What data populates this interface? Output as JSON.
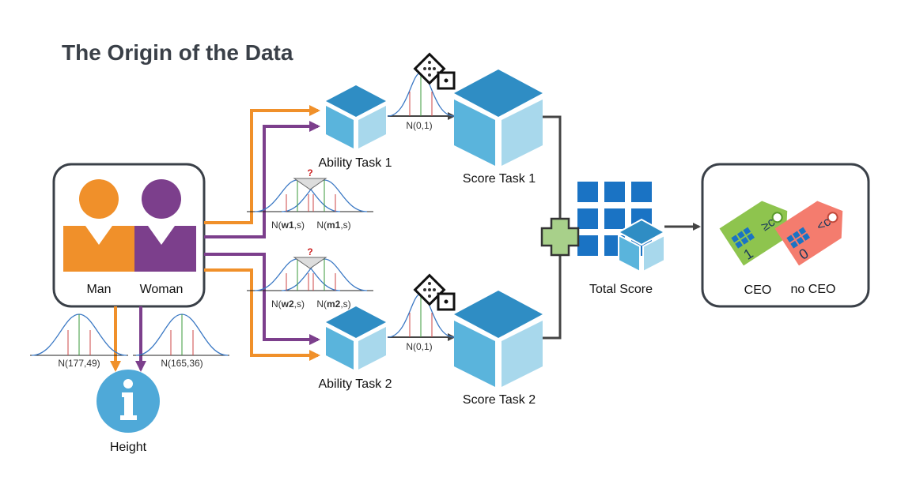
{
  "title": "The Origin of the Data",
  "groups": {
    "man": "Man",
    "woman": "Woman"
  },
  "ability_task_1": "Ability Task 1",
  "ability_task_2": "Ability Task 2",
  "score_task_1": "Score Task 1",
  "score_task_2": "Score Task 2",
  "total_score": "Total Score",
  "height": "Height",
  "outcomes": {
    "ceo": "CEO",
    "no_ceo": "no CEO",
    "tag_ceo_value": "1",
    "tag_no_ceo_value": "0",
    "tag_ceo_symbol": "≥c",
    "tag_no_ceo_symbol": "<c"
  },
  "distributions": {
    "noise_1": "N(0,1)",
    "noise_2": "N(0,1)",
    "height_man": "N(177,49)",
    "height_woman": "N(165,36)",
    "task1_woman": {
      "prefix": "N(",
      "bold": "w1",
      "suffix": ",s)"
    },
    "task1_man": {
      "prefix": "N(",
      "bold": "m1",
      "suffix": ",s)"
    },
    "task2_woman": {
      "prefix": "N(",
      "bold": "w2",
      "suffix": ",s)"
    },
    "task2_man": {
      "prefix": "N(",
      "bold": "m2",
      "suffix": ",s)"
    },
    "question_mark": "?"
  },
  "colors": {
    "man": "#f0902a",
    "woman": "#7c3f8c",
    "box_light": "#9fd3ea",
    "box_mid": "#5ab4dc",
    "box_dark": "#2f8dc4",
    "grid": "#1a73c4",
    "plus": "#a8d08a",
    "ceo_tag": "#8ec44e",
    "no_ceo_tag": "#f47c6e",
    "info": "#4fa9d8",
    "arrow_dark": "#444444"
  },
  "icons": [
    "dice-icon",
    "info-icon",
    "plus-icon",
    "person-man-icon",
    "person-woman-icon",
    "grid-icon",
    "cube-icon",
    "tag-icon"
  ]
}
